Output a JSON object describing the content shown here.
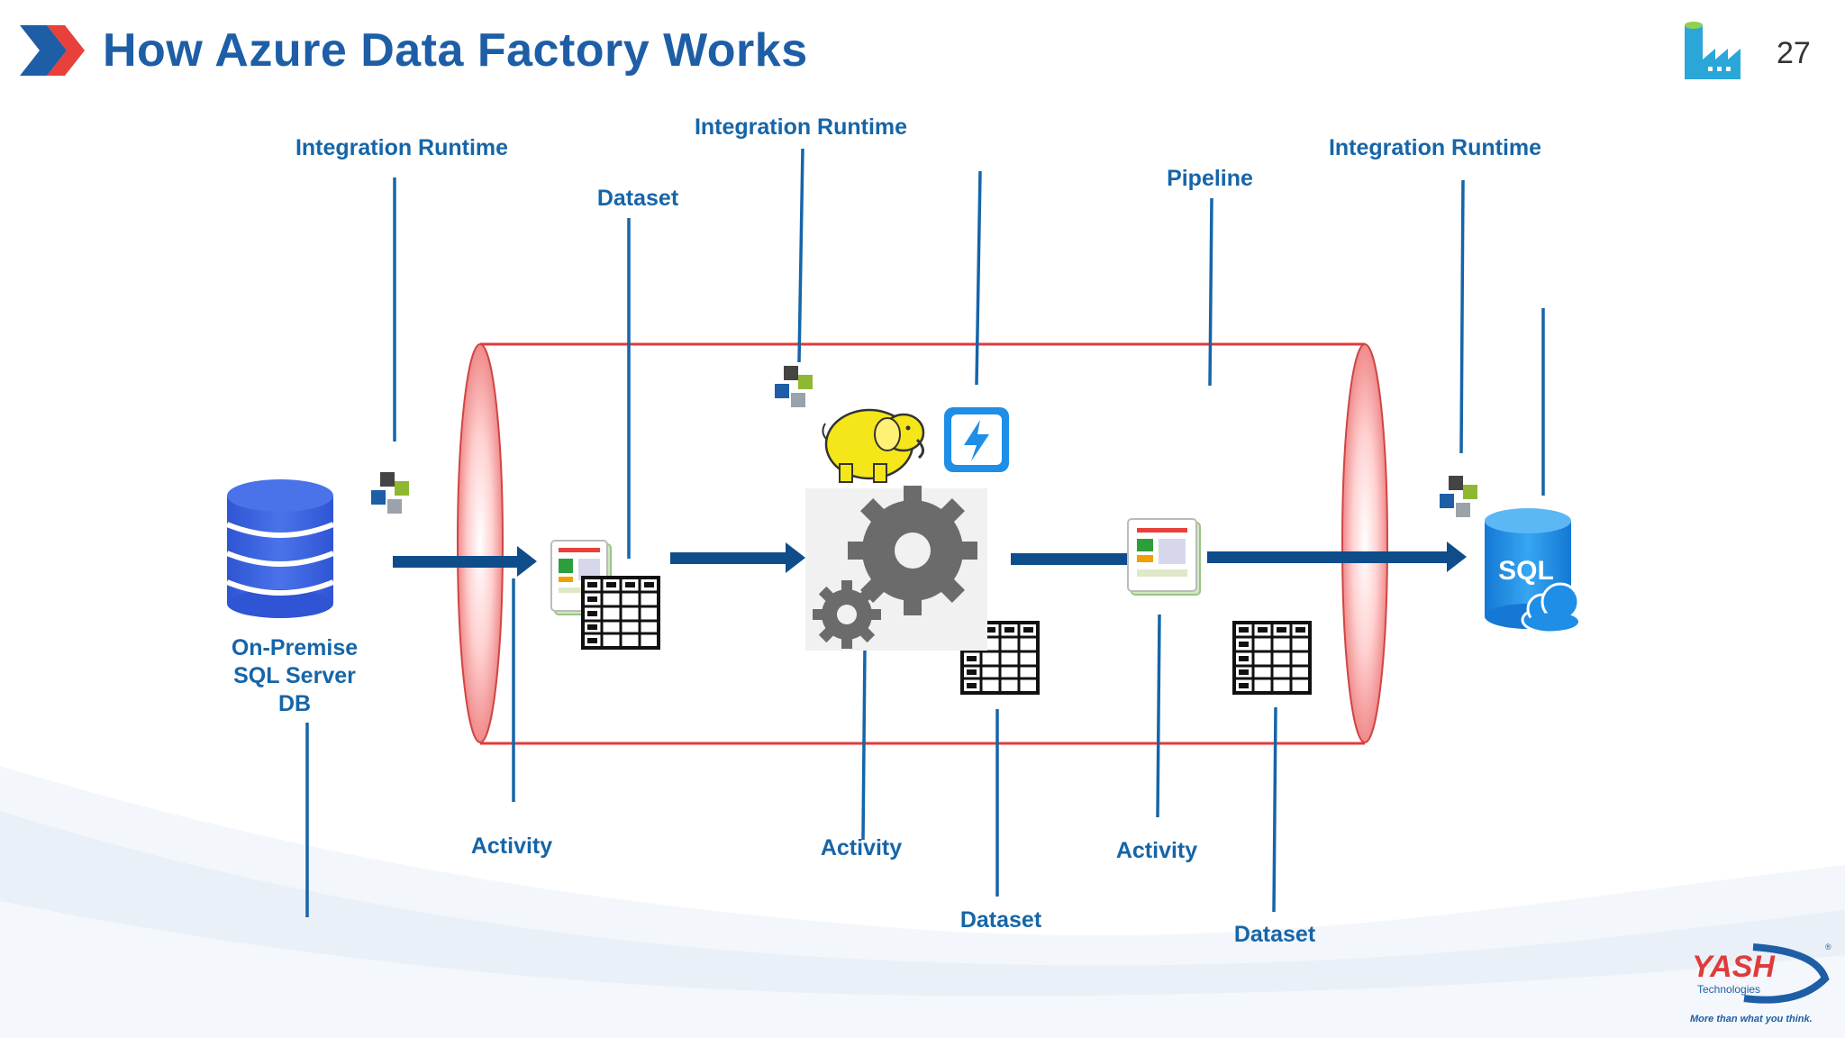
{
  "slide": {
    "title": "How Azure Data Factory Works",
    "page_number": "27"
  },
  "labels": {
    "ir_1": "Integration Runtime",
    "ir_2": "Integration Runtime",
    "ir_3": "Integration Runtime",
    "dataset_top": "Dataset",
    "pipeline": "Pipeline",
    "activity_1": "Activity",
    "activity_2": "Activity",
    "activity_3": "Activity",
    "dataset_bottom_1": "Dataset",
    "dataset_bottom_2": "Dataset"
  },
  "source_db": {
    "line1": "On-Premise",
    "line2": "SQL Server",
    "line3": "DB"
  },
  "sql_icon_text": "SQL",
  "logo": {
    "name": "YASH",
    "sub": "Technologies",
    "tagline": "More than what you think.",
    "registered": "®"
  },
  "colors": {
    "title_blue": "#1d5ea6",
    "label_blue": "#1665a8",
    "arrow_blue": "#0f4c8a",
    "pipe_red": "#e03b3b",
    "hadoop_yellow": "#f5e61a",
    "sql_blue": "#1e8ee6"
  }
}
